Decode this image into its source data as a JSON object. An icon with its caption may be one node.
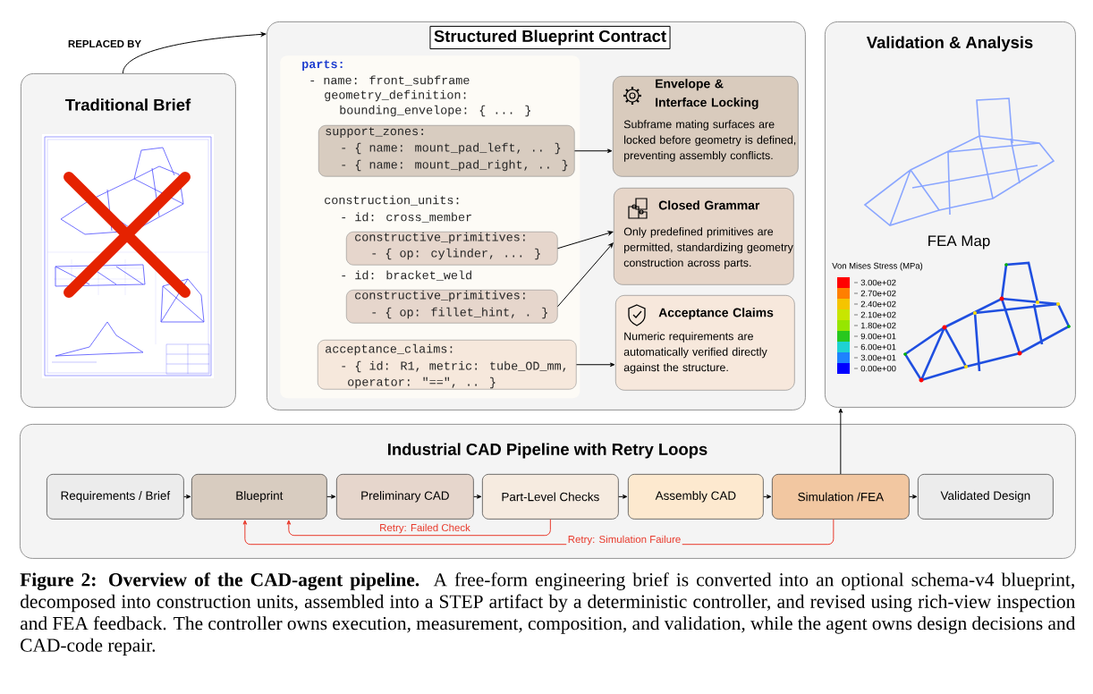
{
  "diagram": {
    "caption": "**Figure 2: Overview of the CAD-agent pipeline.** A free-form engineering brief is converted into an optional schema-v4 blueprint, decomposed into construction units, assembled into a STEP artifact by a deterministic controller, and revised using rich-view inspection and FEA feedback. The controller owns execution, measurement, composition, and validation, while the agent owns design decisions and CAD-code repair.",
    "nodes": [
      {
        "text": [
          "Traditional Brief"
        ]
      },
      {
        "text": [
          "Structured Blueprint Contract"
        ]
      },
      {
        "text": [
          "parts:",
          "- name: front_subframe",
          "geometry_definition:",
          "bounding_envelope: { ... }",
          "construction_units:",
          "- id: cross_member",
          "- id: bracket_weld"
        ],
        "in": 1
      },
      {
        "text": [
          "support_zones:",
          "- { name: mount_pad_left, .. }",
          "- { name: mount_pad_right, .. }"
        ],
        "in": 2
      },
      {
        "text": [
          "constructive_primitives:",
          "- { op: cylinder, ... }"
        ],
        "in": 2
      },
      {
        "text": [
          "constructive_primitives:",
          "- { op: fillet_hint, . }"
        ],
        "in": 2
      },
      {
        "text": [
          "acceptance_claims:",
          "- { id: R1, metric: tube_OD_mm,",
          "operator: \"==\", .. }"
        ],
        "in": 2
      },
      {
        "text": [
          "Envelope & Interface Locking",
          "Subframe mating surfaces are locked before geometry is defined, preventing assembly conflicts."
        ],
        "in": 1
      },
      {
        "text": [
          "Closed Grammar",
          "Only predefined primitives are permitted, standardizing geometry construction across parts."
        ],
        "in": 1
      },
      {
        "text": [
          "Acceptance Claims",
          "Numeric requirements are automatically verified directly against the structure."
        ],
        "in": 1
      },
      {
        "text": [
          "Validation & Analysis"
        ]
      },
      {
        "text": [
          "Industrial CAD Pipeline with Retry Loops"
        ]
      },
      {
        "text": [
          "Requirements / Brief"
        ],
        "in": 11
      },
      {
        "text": [
          "Blueprint"
        ],
        "in": 11
      },
      {
        "text": [
          "Preliminary CAD"
        ],
        "in": 11
      },
      {
        "text": [
          "Part-Level Checks"
        ],
        "in": 11
      },
      {
        "text": [
          "Assembly CAD"
        ],
        "in": 11
      },
      {
        "text": [
          "Simulation /FEA"
        ],
        "in": 11
      },
      {
        "text": [
          "Validated Design"
        ],
        "in": 11
      }
    ],
    "edges": [
      {
        "from": 0,
        "to": 1,
        "arrow": "to",
        "label": "REPLACED BY"
      },
      {
        "from": 3,
        "to": 7,
        "arrow": "to"
      },
      {
        "from": 4,
        "to": 8,
        "arrow": "to"
      },
      {
        "from": 5,
        "to": 8,
        "arrow": "to"
      },
      {
        "from": 6,
        "to": 9,
        "arrow": "to"
      },
      {
        "from": 12,
        "to": 13,
        "arrow": "to"
      },
      {
        "from": 13,
        "to": 14,
        "arrow": "to"
      },
      {
        "from": 14,
        "to": 15,
        "arrow": "to"
      },
      {
        "from": 15,
        "to": 16,
        "arrow": "to"
      },
      {
        "from": 16,
        "to": 17,
        "arrow": "to"
      },
      {
        "from": 17,
        "to": 18,
        "arrow": "to"
      },
      {
        "from": 15,
        "to": 13,
        "arrow": "to",
        "label": "Retry: Failed Check",
        "color": "#e8392b"
      },
      {
        "from": 17,
        "to": 13,
        "arrow": "to",
        "label": "Retry: Simulation Failure",
        "color": "#e8392b"
      },
      {
        "from": 17,
        "to": 10,
        "arrow": "to"
      }
    ],
    "labels": [
      "FEA Map",
      "Von Mises Stress (MPa)"
    ],
    "legend": [
      {
        "text": "3.00e+02",
        "color": "#ff0000"
      },
      {
        "text": "2.70e+02",
        "color": "#ff7f00"
      },
      {
        "text": "2.40e+02",
        "color": "#f5c400"
      },
      {
        "text": "2.10e+02",
        "color": "#c8e600"
      },
      {
        "text": "1.80e+02",
        "color": "#96e600"
      },
      {
        "text": "9.00e+01",
        "color": "#28c81e"
      },
      {
        "text": "6.00e+01",
        "color": "#1ed2d2"
      },
      {
        "text": "3.00e+01",
        "color": "#1e82ff"
      },
      {
        "text": "0.00e+00",
        "color": "#0000ff"
      }
    ]
  }
}
